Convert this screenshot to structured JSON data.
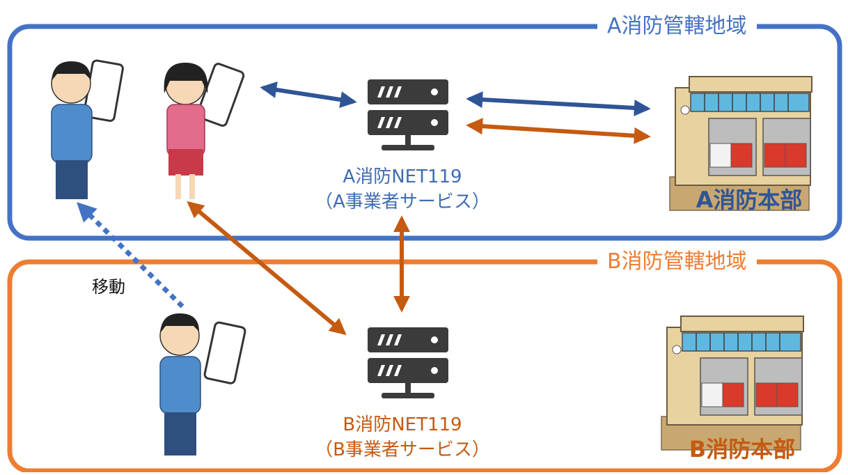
{
  "colors": {
    "region_a": "#4472C4",
    "region_b": "#ED7D31",
    "arrow_blue": "#2F5597",
    "arrow_orange": "#C55A11",
    "server": "#3B3B3B",
    "label_blue": "#3F6CB3",
    "label_orange": "#C55A11",
    "building": "#E8D2A0"
  },
  "regions": {
    "a": {
      "label": "A消防管轄地域"
    },
    "b": {
      "label": "B消防管轄地域"
    }
  },
  "servers": {
    "a": {
      "line1": "A消防NET119",
      "line2": "（A事業者サービス）"
    },
    "b": {
      "line1": "B消防NET119",
      "line2": "（B事業者サービス）"
    }
  },
  "headquarters": {
    "a": {
      "label": "A消防本部"
    },
    "b": {
      "label": "B消防本部"
    }
  },
  "movement": {
    "label": "移動"
  },
  "icons": {
    "person": "person-with-smartphone-icon",
    "server": "server-rack-icon",
    "building": "fire-station-icon"
  }
}
